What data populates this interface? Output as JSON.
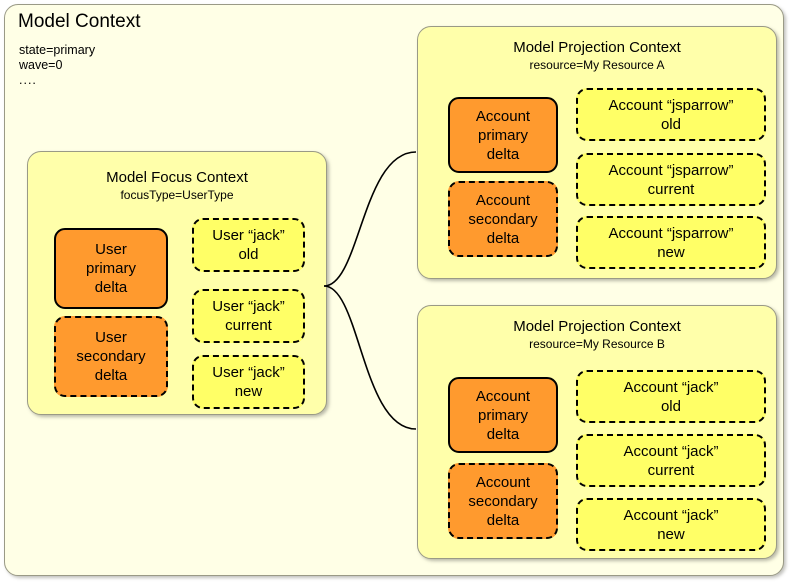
{
  "model_context": {
    "title": "Model Context",
    "attributes": [
      "state=primary",
      "wave=0",
      "...."
    ]
  },
  "focus_context": {
    "title": "Model Focus Context",
    "subtitle": "focusType=UserType",
    "deltas": [
      {
        "label": "User\nprimary\ndelta",
        "line1": "User",
        "line2": "primary",
        "line3": "delta",
        "style": "solid"
      },
      {
        "label": "User\nsecondary\ndelta",
        "line1": "User",
        "line2": "secondary",
        "line3": "delta",
        "style": "dashed"
      }
    ],
    "objects": [
      {
        "line1": "User “jack”",
        "line2": "old"
      },
      {
        "line1": "User “jack”",
        "line2": "current"
      },
      {
        "line1": "User “jack”",
        "line2": "new"
      }
    ]
  },
  "projection_contexts": [
    {
      "title": "Model Projection Context",
      "subtitle": "resource=My Resource A",
      "deltas": [
        {
          "line1": "Account",
          "line2": "primary",
          "line3": "delta",
          "style": "solid"
        },
        {
          "line1": "Account",
          "line2": "secondary",
          "line3": "delta",
          "style": "dashed"
        }
      ],
      "objects": [
        {
          "line1": "Account “jsparrow”",
          "line2": "old"
        },
        {
          "line1": "Account “jsparrow”",
          "line2": "current"
        },
        {
          "line1": "Account “jsparrow”",
          "line2": "new"
        }
      ]
    },
    {
      "title": "Model Projection Context",
      "subtitle": "resource=My Resource B",
      "deltas": [
        {
          "line1": "Account",
          "line2": "primary",
          "line3": "delta",
          "style": "solid"
        },
        {
          "line1": "Account",
          "line2": "secondary",
          "line3": "delta",
          "style": "dashed"
        }
      ],
      "objects": [
        {
          "line1": "Account “jack”",
          "line2": "old"
        },
        {
          "line1": "Account “jack”",
          "line2": "current"
        },
        {
          "line1": "Account “jack”",
          "line2": "new"
        }
      ]
    }
  ],
  "colors": {
    "outer_background": "#ffffe6",
    "panel_background": "#ffffaa",
    "delta_orange": "#ff9a2e",
    "object_yellow": "#ffff66",
    "border_gray": "#9a9a86",
    "line_black": "#000000"
  }
}
